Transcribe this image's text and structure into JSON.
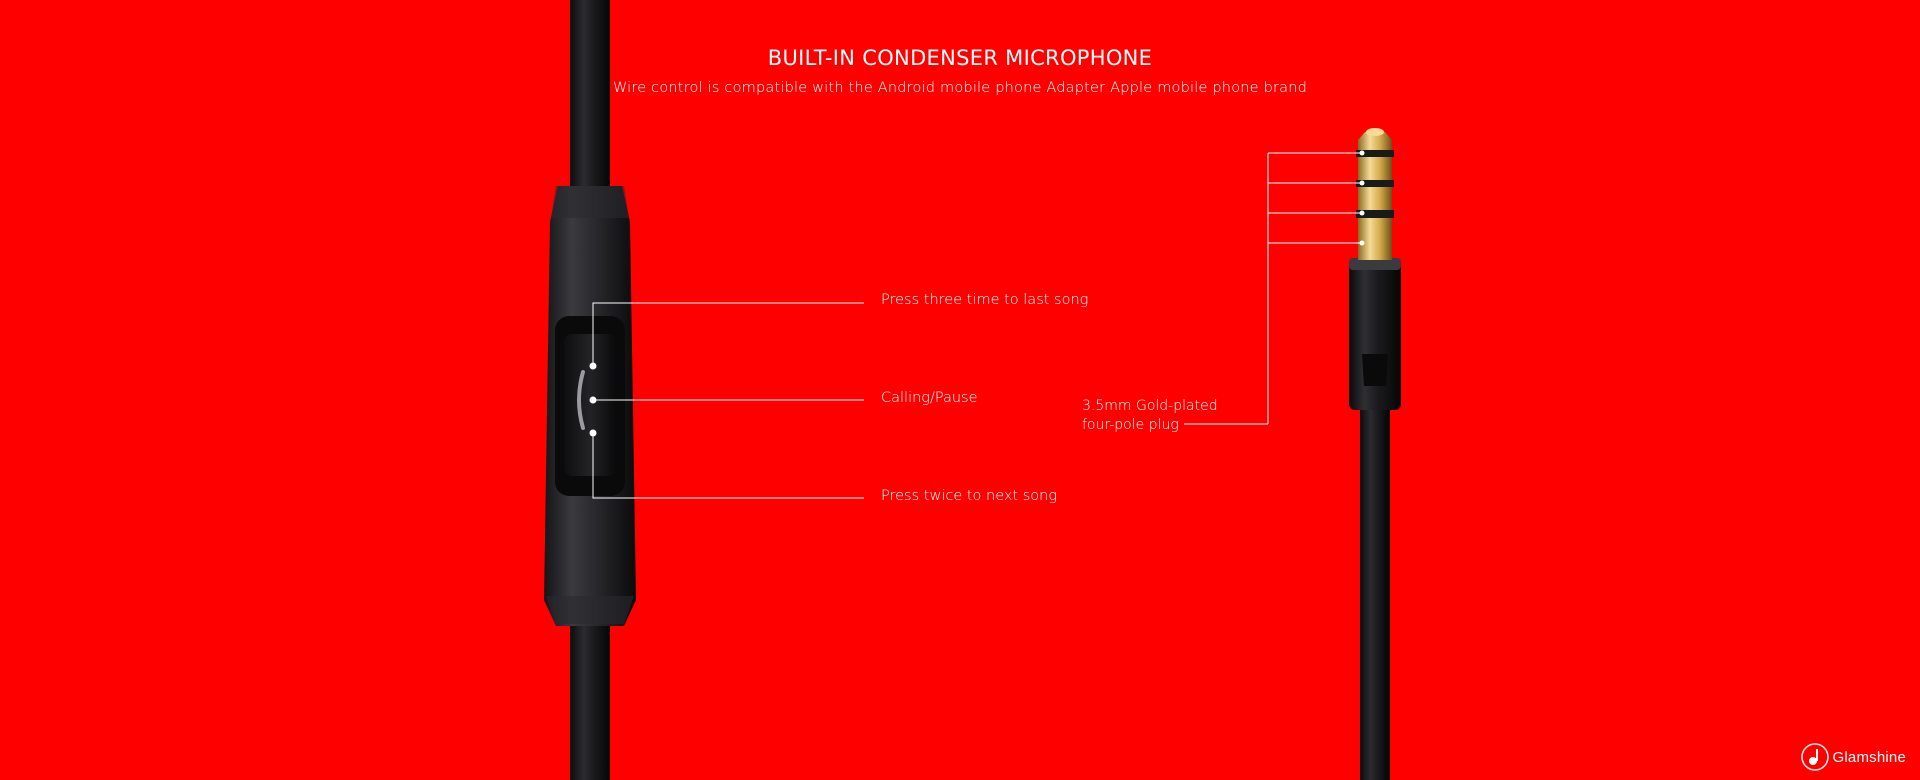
{
  "headline": {
    "title": "BUILT-IN CONDENSER MICROPHONE",
    "subtitle": "Wire control is compatible with the Android mobile phone    Adapter Apple mobile phone brand"
  },
  "remote_labels": {
    "three_press": "Press three time to last song",
    "single_press": "Calling/Pause",
    "double_press": "Press twice to next song"
  },
  "plug_label": {
    "line1": "3.5mm Gold-plated",
    "line2": "four-pole plug"
  },
  "brand": {
    "name": "Glamshine",
    "icon": "music-note-logo-icon"
  },
  "colors": {
    "background": "#fe0000",
    "text": "#ffffff",
    "cable": "#1b1b1d",
    "gold": "#d8b25a"
  }
}
